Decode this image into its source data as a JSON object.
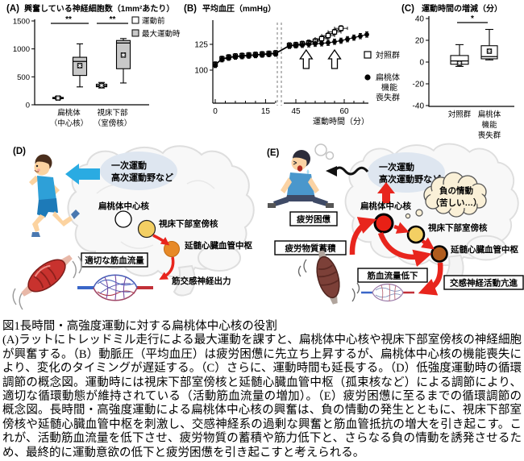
{
  "colors": {
    "red": "#e8251d",
    "blue_arrow": "#2aabe2",
    "yellow_node": "#f3cf63",
    "orange_node": "#e78a28",
    "brown_node": "#b05c1e",
    "red_node": "#e82015",
    "gray_box": "#c8c8c8",
    "emotion_cloud": "#faf0d7",
    "motor_cloud": "#dee6f0"
  },
  "chart_data": [
    {
      "id": "A",
      "type": "boxplot",
      "panel_label": "(A)",
      "title": "興奮している神経細胞数（1mm²あたり）",
      "groups": [
        [
          "扁桃体",
          "（中心核）"
        ],
        [
          "視床下部",
          "（室傍核）"
        ]
      ],
      "series": [
        {
          "name": "運動前",
          "fill": "#ffffff",
          "boxes": [
            {
              "lo": 100,
              "q1": 110,
              "med": 118,
              "q3": 132,
              "hi": 148,
              "mean": 120
            },
            {
              "lo": 300,
              "q1": 322,
              "med": 340,
              "q3": 368,
              "hi": 400,
              "mean": 345
            }
          ]
        },
        {
          "name": "最大運動時",
          "fill": "#c8c8c8",
          "boxes": [
            {
              "lo": 320,
              "q1": 525,
              "med": 775,
              "q3": 850,
              "hi": 1090,
              "mean": 700
            },
            {
              "lo": 390,
              "q1": 645,
              "med": 1105,
              "q3": 1150,
              "hi": 1185,
              "mean": 890
            }
          ]
        }
      ],
      "ylim": [
        0,
        1500
      ],
      "yticks": [
        0,
        500,
        1000,
        1500
      ],
      "sig_label": "**"
    },
    {
      "id": "B",
      "type": "line",
      "panel_label": "(B)",
      "title": "平均血圧（mmHg）",
      "xlabel": "運動時間（分）",
      "yticks": [
        100,
        125
      ],
      "xticks_labeled": [
        0,
        15,
        45,
        60
      ],
      "x_break_after": 20,
      "x_resume": 42,
      "series": [
        {
          "name": "対照群",
          "marker": "square-open",
          "x": [
            0,
            2,
            4,
            6,
            8,
            10,
            12,
            14,
            16,
            18,
            43,
            45,
            47,
            49,
            51,
            53,
            55,
            57,
            59
          ],
          "y": [
            105.5,
            111,
            112.5,
            113.5,
            114,
            114.5,
            115,
            115.5,
            116,
            116.5,
            124,
            124.5,
            125.5,
            126.5,
            128,
            130.5,
            133.5,
            137,
            140.5
          ],
          "ey": 1.5,
          "ex_from": 51,
          "ex": 2
        },
        {
          "name": "扁桃体機能喪失群",
          "name_lines": [
            "扁桃体",
            "機能",
            "喪失群"
          ],
          "marker": "circle-filled",
          "x": [
            0,
            2,
            4,
            6,
            8,
            10,
            12,
            14,
            16,
            18,
            43,
            45,
            47,
            49,
            51,
            53,
            55,
            57,
            59,
            61,
            63,
            65,
            67
          ],
          "y": [
            105,
            110.5,
            112,
            113,
            113.5,
            114,
            114.5,
            115,
            115.5,
            116,
            123.5,
            124,
            124.5,
            125,
            125.5,
            126,
            126.5,
            127.5,
            128.5,
            130,
            131.5,
            133,
            134.5
          ],
          "ey": 1.5
        }
      ],
      "arrows_x": [
        48.2,
        57
      ]
    },
    {
      "id": "C",
      "type": "boxplot",
      "panel_label": "(C)",
      "title": "運動時間の増減（分）",
      "groups": [
        [
          "対照群"
        ],
        [
          "扁桃体",
          "機能",
          "喪失群"
        ]
      ],
      "boxes": [
        {
          "lo": -4,
          "q1": -2,
          "med": 1,
          "q3": 6,
          "hi": 16,
          "mean": -1
        },
        {
          "lo": 2,
          "q1": 3,
          "med": 5,
          "q3": 15,
          "hi": 30,
          "mean": 10
        }
      ],
      "ylim": [
        -40,
        40
      ],
      "yticks": [
        -40,
        -20,
        0,
        20,
        40
      ],
      "sig_label": "*"
    }
  ],
  "panelD": {
    "label": "(D)",
    "cloud_line1": "一次運動",
    "cloud_line2": "高次運動野など",
    "amygdala": "扁桃体中心核",
    "pvn": "視床下部室傍核",
    "medulla": "延髄心臓血管中枢",
    "muscle_flow": "適切な筋血流量",
    "sympathetic": "筋交感神経出力"
  },
  "panelE": {
    "label": "(E)",
    "cloud_line1": "一次運動",
    "cloud_line2": "高次運動野など",
    "emotion_line1": "負の情動",
    "emotion_line2": "（苦しい…）",
    "amygdala": "扁桃体中心核",
    "pvn": "視床下部室傍核",
    "medulla": "延髄心臓血管中枢",
    "fatigue": "疲労困憊",
    "fatigue_substance": "疲労物質蓄積",
    "flow_decrease": "筋血流量低下",
    "sympathetic_up": "交感神経活動亢進"
  },
  "caption": {
    "title": "図1長時間・高強度運動に対する扁桃体中心核の役割",
    "body": "(A)ラットにトレッドミル走行による最大運動を課すと、扁桃体中心核や視床下部室傍核の神経細胞が興奮する。（B）動脈圧（平均血圧）は疲労困憊に先立ち上昇するが、扁桃体中心核の機能喪失により、変化のタイミングが遅延する。（C）さらに、運動時間も延長する。（D）低強度運動時の循環調節の概念図。運動時には視床下部室傍核と延髄心臓血管中枢（孤束核など）による調節により、適切な循環動態が維持されている（活動筋血流量の増加）。（E）疲労困憊に至るまでの循環調節の概念図。長時間・高強度運動による扁桃体中心核の興奮は、負の情動の発生とともに、視床下部室傍核や延髄心臓血管中枢を刺激し、交感神経系の過剰な興奮と筋血管抵抗の増大を引き起こす。これが、活動筋血流量を低下させ、疲労物質の蓄積や筋力低下と、さらなる負の情動を誘発させるため、最終的に運動意欲の低下と疲労困憊を引き起こすと考えられる。"
  }
}
